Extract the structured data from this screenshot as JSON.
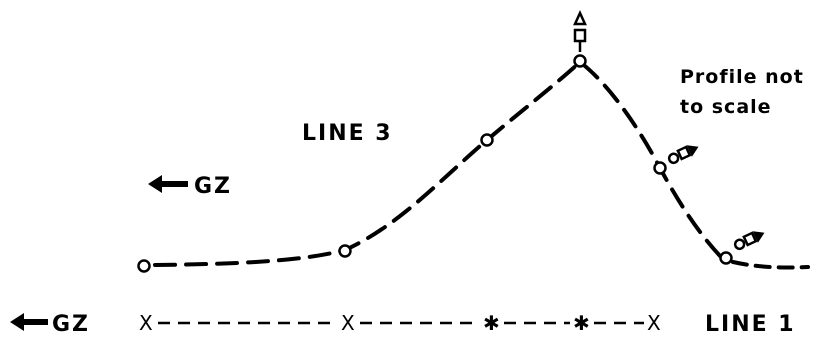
{
  "diagram": {
    "line3_label": "LINE 3",
    "line1_label": "LINE 1",
    "gz_label_line3": "GZ",
    "gz_label_line1": "GZ",
    "note_line1": "Profile not",
    "note_line2": "to scale",
    "x_marker": "X",
    "star_marker": "✱",
    "colors": {
      "ink": "#000000",
      "paper": "#ffffff"
    },
    "icons": [
      "arrow-left-icon",
      "open-circle-marker",
      "triangle-marker",
      "square-marker"
    ]
  }
}
